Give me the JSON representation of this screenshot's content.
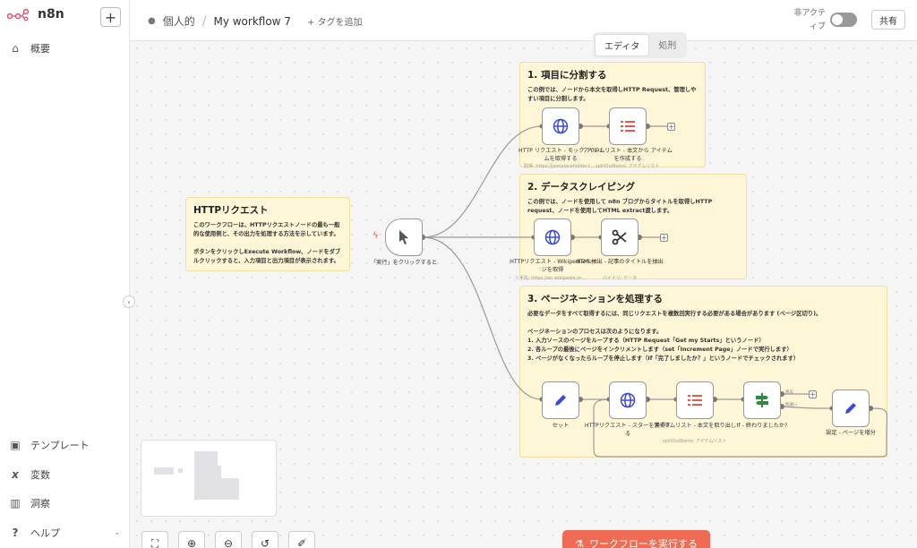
{
  "brand": {
    "name": "n8n"
  },
  "sidebar": {
    "items": [
      {
        "icon": "home-icon",
        "label": "概要"
      },
      {
        "icon": "template-icon",
        "label": "テンプレート"
      },
      {
        "icon": "variables-icon",
        "label": "変数"
      },
      {
        "icon": "insights-icon",
        "label": "洞察"
      },
      {
        "icon": "help-icon",
        "label": "ヘルプ"
      }
    ]
  },
  "header": {
    "project": "個人的",
    "workflow_name": "My workflow 7",
    "add_tag": "+ タグを追加",
    "inactive_label": "非アクティブ",
    "share": "共有"
  },
  "tabs": {
    "editor": "エディタ",
    "executions": "処刑"
  },
  "stickies": {
    "main": {
      "title": "HTTPリクエスト",
      "body": "このワークフローは、HTTPリクエストノードの最も一般的な使用例と、その出力を処理する方法を示しています。\n\nボタンをクリックしExecute Workflow、ノードをダブルクリックすると、入力項目と出力項目が表示されます。"
    },
    "s1": {
      "title": "1. 項目に分割する",
      "body": "この例では、ノードから本文を取得しHTTP Request、管理しやすい項目に分割します。"
    },
    "s2": {
      "title": "2. データスクレイピング",
      "body": "この例では、ノードを使用して n8n ブログからタイトルを取得しHTTP request、ノードを使用してHTML extract渡します。"
    },
    "s3": {
      "title": "3. ページネーションを処理する",
      "body": "必要なデータをすべて取得するには、同じリクエストを複数回実行する必要がある場合があります (ページ区切り)。\n\nページネーションのプロセスは次のようになります。\n1. 入力ソースのページをループする（HTTP Request「Get my Starts」というノード）\n2. 各ループの最後にページをインクリメントします（set「Increment Page」ノードで実行します）\n3. ページがなくなったらループを停止します（If「完了しましたか？」というノードでチェックされます）"
    }
  },
  "nodes": {
    "trigger": {
      "label": "「実行」をクリックすると"
    },
    "n1a": {
      "label": "HTTP リクエスト - モック アルバムを取得する",
      "sub": "取得: https://jsonplaceholder.t..."
    },
    "n1b": {
      "label": "アイテムリスト - 本文から アイテムを作成する",
      "sub": "splitOutItems: アイテムリスト"
    },
    "n2a": {
      "label": "HTTPリクエスト - Wikipediaページを取得",
      "sub": "入手先: https://en.wikipedia.or..."
    },
    "n2b": {
      "label": "HTML抽出 - 記事のタイトルを抽出",
      "sub": "バイナリ: データ"
    },
    "n3a": {
      "label": "セット"
    },
    "n3b": {
      "label": "HTTPリクエスト - スターを獲得する"
    },
    "n3c": {
      "label": "アイテムリスト - 本文を取り出し",
      "sub": "splitOutItems: アイテムリスト"
    },
    "n3d": {
      "label": "If - 終わりましたか?"
    },
    "n3e": {
      "label": "設定 - ページを増分"
    }
  },
  "branch_labels": {
    "true": "真実",
    "false": "間違い"
  },
  "run_button": {
    "label": "ワークフローを実行する"
  },
  "colors": {
    "accent": "#f06b53",
    "sticky": "#fff6d8",
    "node_blue": "#3b4bd4",
    "node_red": "#e8574a",
    "node_green": "#2e8b3d"
  }
}
